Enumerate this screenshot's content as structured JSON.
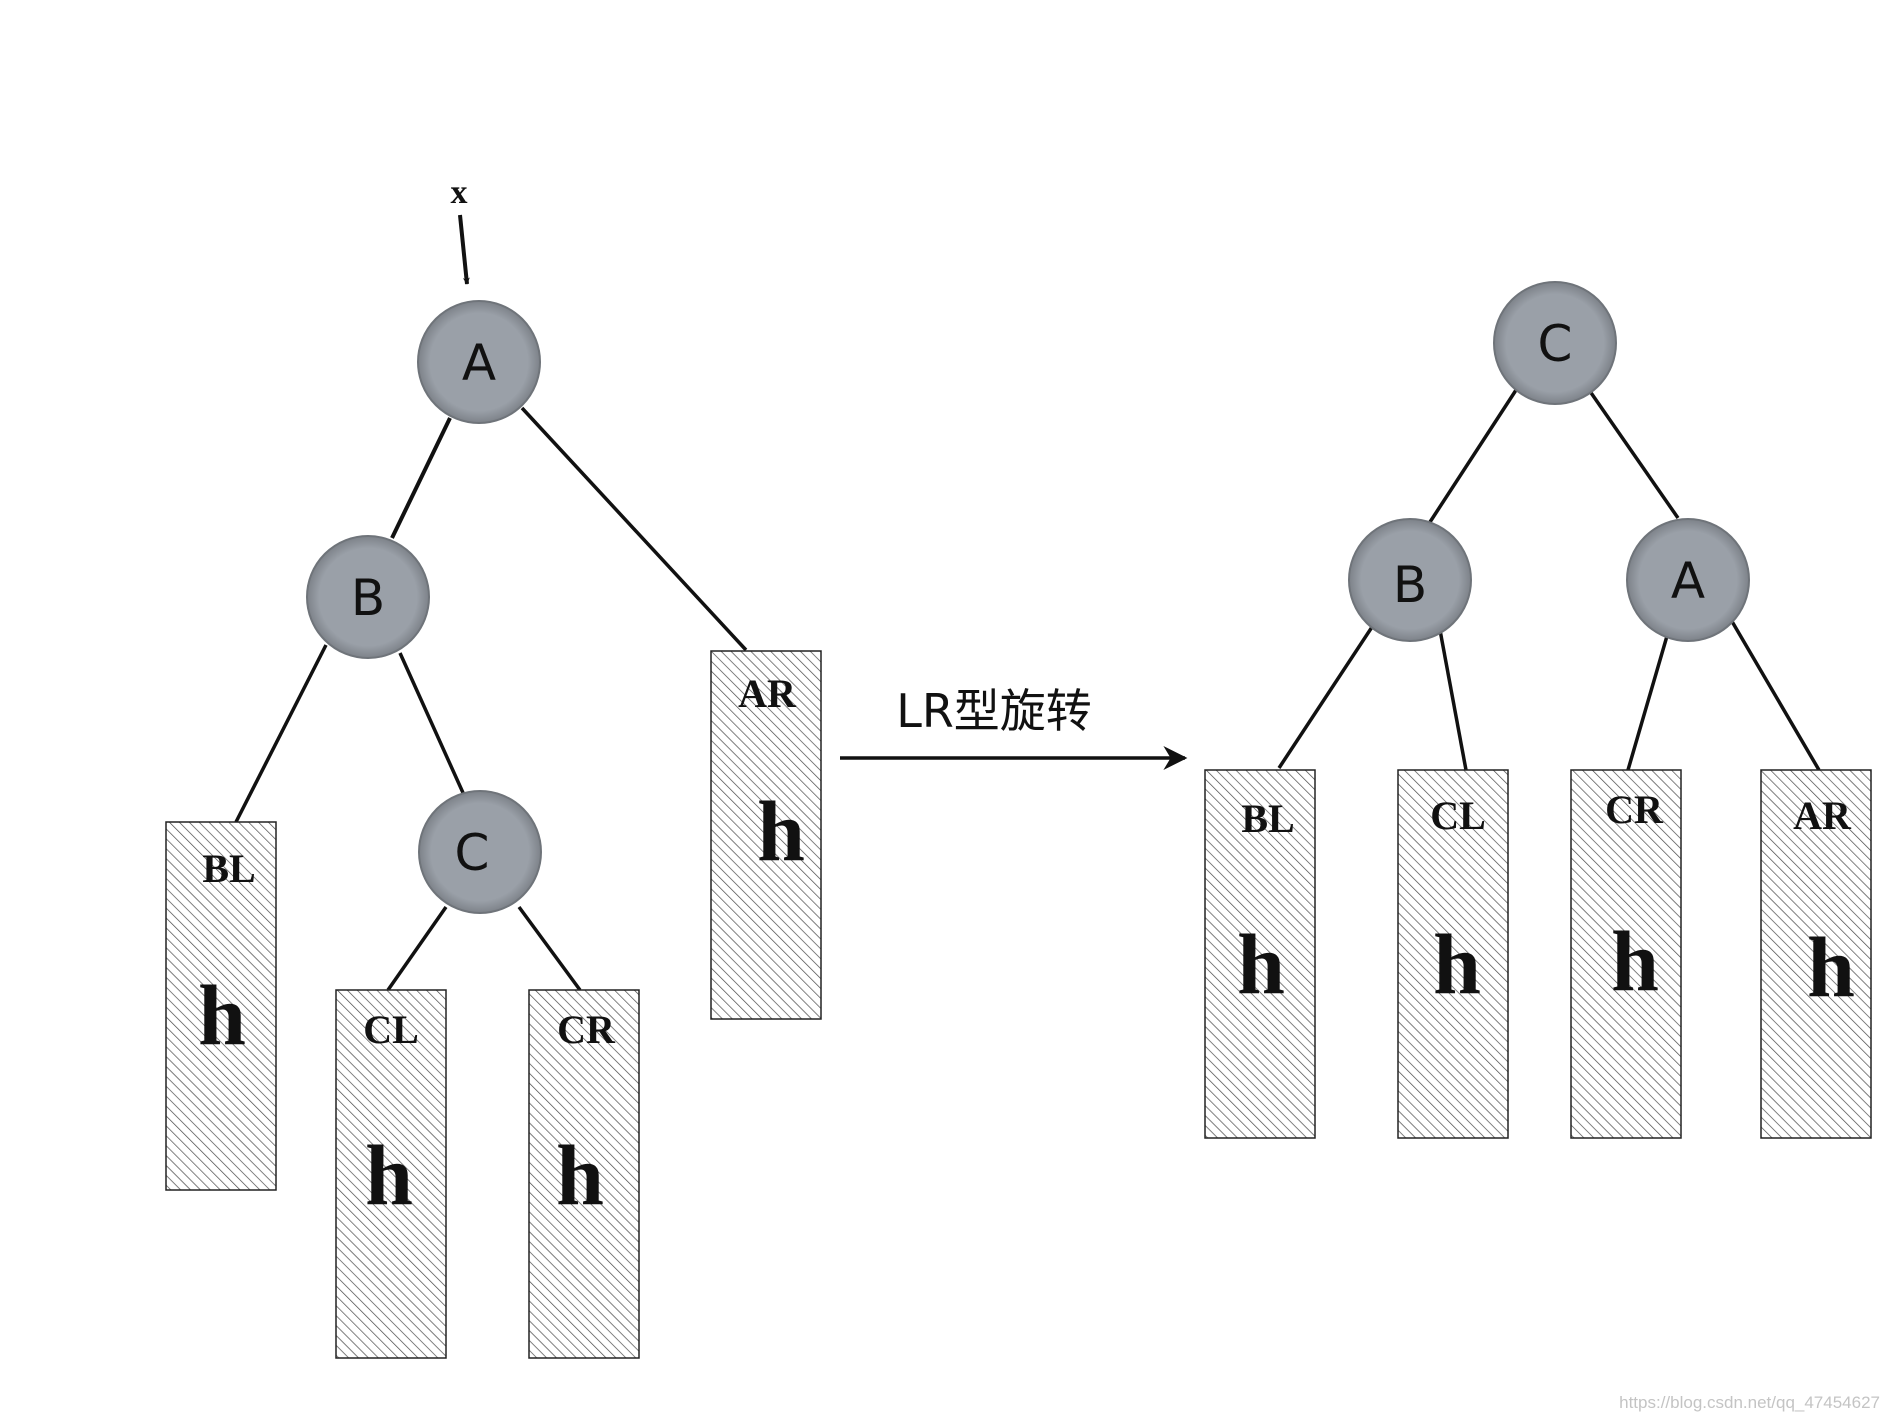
{
  "pointer_label": "x",
  "operation_label": "LR型旋转",
  "watermark": "https://blog.csdn.net/qq_47454627",
  "colors": {
    "node_fill": "#9aa0a8",
    "node_stroke": "#6f747a",
    "line": "#111111",
    "hatch": "#4a4a4a"
  },
  "before": {
    "nodes": {
      "A": "A",
      "B": "B",
      "C": "C"
    },
    "subtrees": {
      "BL": {
        "label": "BL",
        "height": "h"
      },
      "CL": {
        "label": "CL",
        "height": "h"
      },
      "CR": {
        "label": "CR",
        "height": "h"
      },
      "AR": {
        "label": "AR",
        "height": "h"
      }
    }
  },
  "after": {
    "nodes": {
      "C": "C",
      "B": "B",
      "A": "A"
    },
    "subtrees": {
      "BL": {
        "label": "BL",
        "height": "h"
      },
      "CL": {
        "label": "CL",
        "height": "h"
      },
      "CR": {
        "label": "CR",
        "height": "h"
      },
      "AR": {
        "label": "AR",
        "height": "h"
      }
    }
  }
}
